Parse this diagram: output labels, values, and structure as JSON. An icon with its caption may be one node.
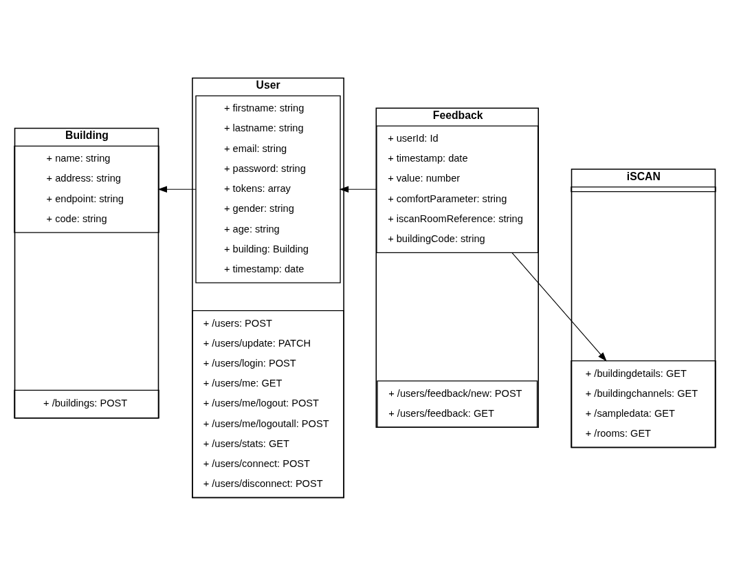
{
  "diagram": {
    "nodes": [
      {
        "text": [
          "Building"
        ]
      },
      {
        "text": [
          "+ name: string",
          "+ address: string",
          "+ endpoint: string",
          "+ code: string"
        ],
        "in": 0
      },
      {
        "text": [
          "+ /buildings: POST"
        ],
        "in": 0
      },
      {
        "text": [
          "User"
        ]
      },
      {
        "text": [
          "+ firstname: string",
          "+ lastname: string",
          "+ email: string",
          "+ password: string",
          "+ tokens: array",
          "+ gender: string",
          "+ age: string",
          "+ building: Building",
          "+ timestamp: date"
        ],
        "in": 3
      },
      {
        "text": [
          "+ /users: POST",
          "+ /users/update: PATCH",
          "+ /users/login: POST",
          "+ /users/me: GET",
          "+ /users/me/logout: POST",
          "+ /users/me/logoutall: POST",
          "+ /users/stats: GET",
          "+ /users/connect: POST",
          "+ /users/disconnect: POST"
        ],
        "in": 3
      },
      {
        "text": [
          "Feedback"
        ]
      },
      {
        "text": [
          "+ userId: Id",
          "+ timestamp: date",
          "+ value: number",
          "+ comfortParameter: string",
          "+ iscanRoomReference: string",
          "+ buildingCode: string"
        ],
        "in": 6
      },
      {
        "text": [
          "+ /users/feedback/new: POST",
          "+ /users/feedback: GET"
        ],
        "in": 6
      },
      {
        "text": [
          "iSCAN"
        ]
      },
      {
        "text": [],
        "shape": "box",
        "in": 9
      },
      {
        "text": [
          "+ /buildingdetails: GET",
          "+ /buildingchannels: GET",
          "+ /sampledata: GET",
          "+ /rooms: GET"
        ],
        "in": 9
      }
    ],
    "edges": [
      {
        "from": 4,
        "to": 1,
        "arrow": "to"
      },
      {
        "from": 7,
        "to": 4,
        "arrow": "to"
      },
      {
        "from": 7,
        "to": 11,
        "arrow": "to"
      }
    ]
  }
}
